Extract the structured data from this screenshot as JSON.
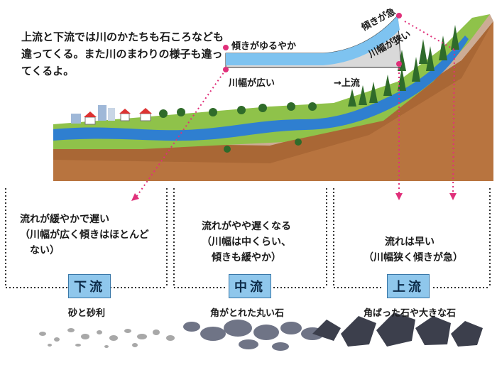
{
  "intro_text": "上流と下流では川のかたちも石ころなども違ってくる。また川のまわりの様子も違ってくるよ。",
  "slope_diagram": {
    "gentle_label": "傾きがゆるやか",
    "wide_label": "川幅が広い",
    "steep_label": "傾きが急",
    "narrow_label": "川幅が狭い",
    "direction_label": "→上流"
  },
  "sections": [
    {
      "badge": "下流",
      "description_lines": [
        "流れが緩やかで遅い",
        "（川幅が広く傾きはほとんど",
        "ない）"
      ],
      "stones": "砂と砂利"
    },
    {
      "badge": "中流",
      "description_lines": [
        "流れがやや遅くなる",
        "（川幅は中くらい、",
        "傾きも緩やか）"
      ],
      "stones": "角がとれた丸い石"
    },
    {
      "badge": "上流",
      "description_lines": [
        "流れは早い",
        "（川幅狭く傾きが急）"
      ],
      "stones": "角ばった石や大きな石"
    }
  ],
  "colors": {
    "river": "#2f7fd0",
    "grass": "#8fc24a",
    "soil": "#b8743f",
    "badge": "#8fc7ec",
    "arrow": "#e0307a"
  }
}
